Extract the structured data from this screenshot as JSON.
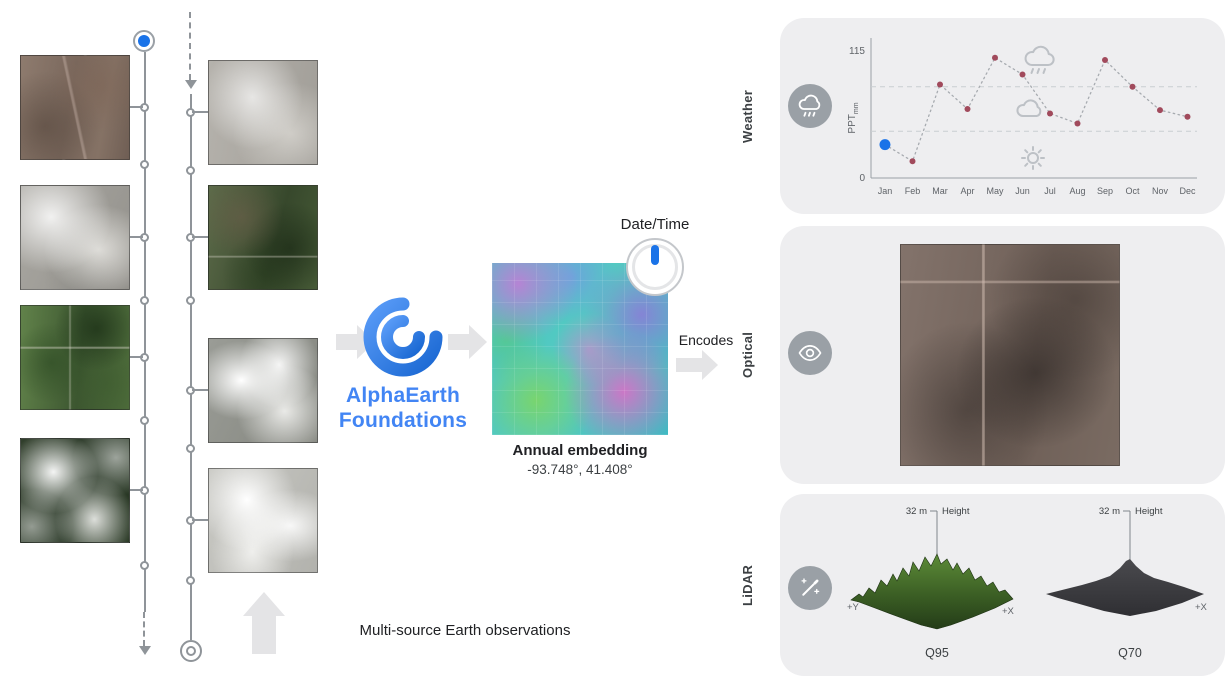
{
  "title": {
    "product_line1": "AlphaEarth",
    "product_line2": "Foundations"
  },
  "flow": {
    "datetime_label": "Date/Time",
    "embedding_title": "Annual embedding",
    "embedding_coords": "-93.748°, 41.408°",
    "encodes_label": "Encodes",
    "inputs_caption": "Multi-source Earth observations"
  },
  "panels": {
    "weather": {
      "label": "Weather"
    },
    "optical": {
      "label": "Optical"
    },
    "lidar": {
      "label": "LiDAR"
    }
  },
  "chart_data": {
    "type": "line",
    "title": "",
    "ylabel": "PPT",
    "ylabel_sub": "mm",
    "ytick_top": "115",
    "ytick_bottom": "0",
    "ylim": [
      0,
      115
    ],
    "categories": [
      "Jan",
      "Feb",
      "Mar",
      "Apr",
      "May",
      "Jun",
      "Jul",
      "Aug",
      "Sep",
      "Oct",
      "Nov",
      "Dec"
    ],
    "values": [
      30,
      15,
      84,
      62,
      108,
      93,
      58,
      49,
      106,
      82,
      61,
      55
    ],
    "highlight_index": 0,
    "highlight_color": "#1a73e8",
    "point_color": "#a14a5c",
    "gridlines": [
      82,
      42
    ],
    "line_style": "dotted",
    "grid": "dashed-horizontal",
    "legend": "none"
  },
  "lidar_figs": {
    "left": {
      "height_tick": "32 m",
      "axis_label": "Height",
      "x_label": "+X",
      "y_label": "+Y",
      "caption": "Q95"
    },
    "right": {
      "height_tick": "32 m",
      "axis_label": "Height",
      "x_label": "+X",
      "caption": "Q70"
    }
  },
  "colors": {
    "accent_blue": "#1a73e8",
    "brand_blue": "#4285f4",
    "panel_gray": "#eeeef0",
    "icon_gray": "#9aa0a6"
  }
}
